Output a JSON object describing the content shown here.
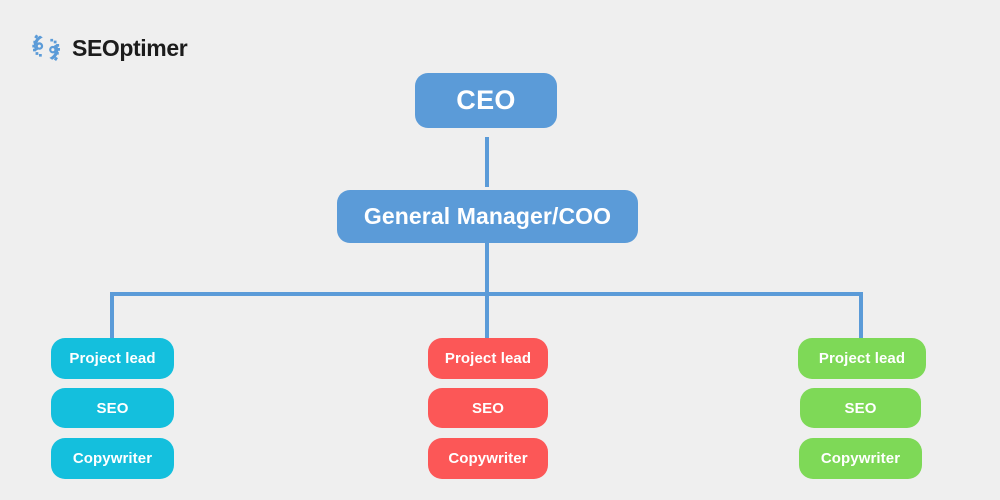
{
  "brand": {
    "name": "SEOptimer",
    "logo_icon": "seoptimer-gears-icon",
    "logo_color": "#5b9bd8",
    "text_color": "#1c1c1c"
  },
  "canvas": {
    "background": "#efefef",
    "connector_color": "#5b9bd8"
  },
  "chart_data": {
    "type": "diagram",
    "diagram_kind": "org-chart",
    "title": "",
    "nodes": [
      {
        "id": "ceo",
        "label": "CEO",
        "level": 1,
        "color": "#5b9bd8",
        "column": "center"
      },
      {
        "id": "gm",
        "label": "General Manager/COO",
        "level": 2,
        "color": "#5b9bd8",
        "column": "center"
      },
      {
        "id": "left-project-lead",
        "label": "Project lead",
        "level": 3,
        "color": "#14bfdd",
        "column": "left"
      },
      {
        "id": "left-seo",
        "label": "SEO",
        "level": 3,
        "color": "#14bfdd",
        "column": "left"
      },
      {
        "id": "left-copywriter",
        "label": "Copywriter",
        "level": 3,
        "color": "#14bfdd",
        "column": "left"
      },
      {
        "id": "mid-project-lead",
        "label": "Project lead",
        "level": 3,
        "color": "#fc5757",
        "column": "center"
      },
      {
        "id": "mid-seo",
        "label": "SEO",
        "level": 3,
        "color": "#fc5757",
        "column": "center"
      },
      {
        "id": "mid-copywriter",
        "label": "Copywriter",
        "level": 3,
        "color": "#fc5757",
        "column": "center"
      },
      {
        "id": "right-project-lead",
        "label": "Project lead",
        "level": 3,
        "color": "#7ed957",
        "column": "right"
      },
      {
        "id": "right-seo",
        "label": "SEO",
        "level": 3,
        "color": "#7ed957",
        "column": "right"
      },
      {
        "id": "right-copywriter",
        "label": "Copywriter",
        "level": 3,
        "color": "#7ed957",
        "column": "right"
      }
    ],
    "edges": [
      {
        "from": "ceo",
        "to": "gm"
      },
      {
        "from": "gm",
        "to": "left-project-lead"
      },
      {
        "from": "gm",
        "to": "mid-project-lead"
      },
      {
        "from": "gm",
        "to": "right-project-lead"
      }
    ]
  },
  "nodes": {
    "ceo": {
      "label": "CEO"
    },
    "gm": {
      "label": "General Manager/COO"
    },
    "left": {
      "project_lead": "Project lead",
      "seo": "SEO",
      "copywriter": "Copywriter"
    },
    "middle": {
      "project_lead": "Project lead",
      "seo": "SEO",
      "copywriter": "Copywriter"
    },
    "right": {
      "project_lead": "Project lead",
      "seo": "SEO",
      "copywriter": "Copywriter"
    }
  }
}
